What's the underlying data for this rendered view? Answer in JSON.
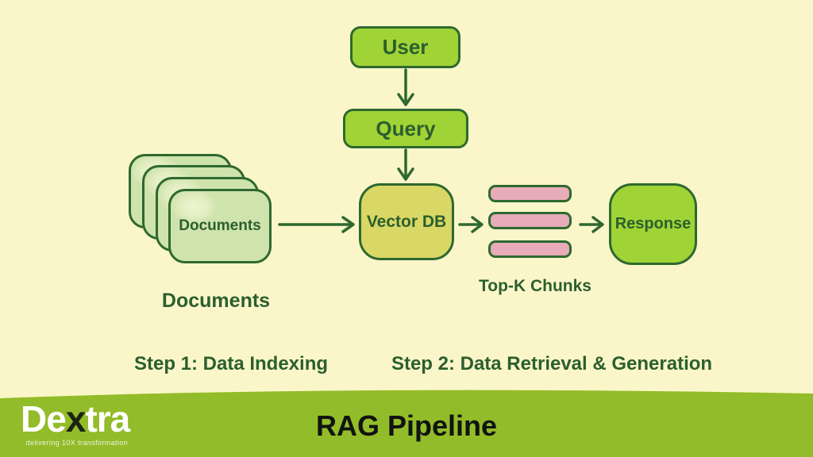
{
  "colors": {
    "canvas_background": "#fbf6c9",
    "node_green": "#a0d335",
    "vector_db_fill": "#d9d765",
    "documents_fill": "#cfe3ad",
    "chunk_pink": "#e7abba",
    "outline_dark_green": "#2e6930",
    "label_text_green": "#2b5f2e",
    "footer_band_green": "#92bc29",
    "footer_title_black": "#111311"
  },
  "diagram": {
    "nodes": {
      "user": {
        "label": "User"
      },
      "query": {
        "label": "Query"
      },
      "vector_db": {
        "label": "Vector DB"
      },
      "documents_card": {
        "label": "Documents"
      },
      "response": {
        "label": "Response"
      }
    },
    "chunk_bars_count": 3,
    "labels": {
      "documents": "Documents",
      "top_k_chunks": "Top-K Chunks",
      "step1": "Step 1: Data Indexing",
      "step2": "Step 2: Data Retrieval & Generation"
    },
    "arrows": [
      "user-to-query",
      "query-to-vector-db",
      "documents-to-vector-db",
      "vector-db-to-chunks",
      "chunks-to-response"
    ]
  },
  "footer": {
    "title": "RAG Pipeline",
    "brand": {
      "part1": "De",
      "part2": "x",
      "part3": "tra",
      "tagline": "delivering 10X transformation"
    }
  }
}
